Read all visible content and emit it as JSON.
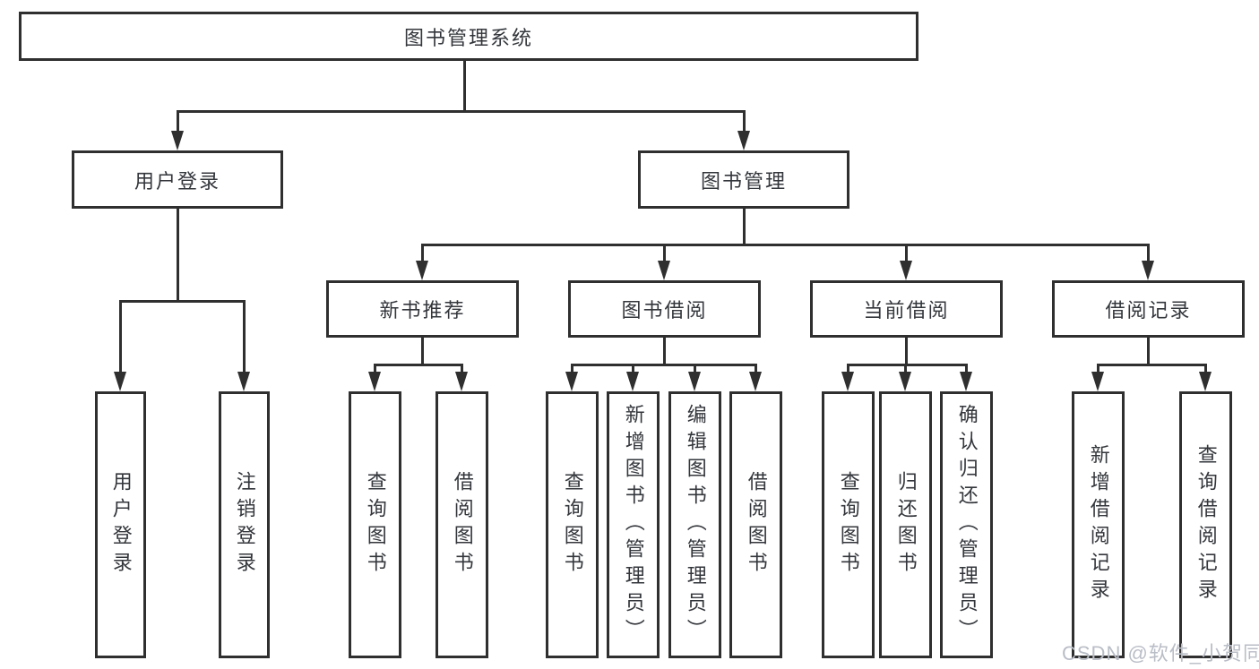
{
  "diagram": {
    "root": {
      "label": "图书管理系统",
      "children": [
        {
          "label": "用户登录",
          "children": [
            {
              "label": "用户登录"
            },
            {
              "label": "注销登录"
            }
          ]
        },
        {
          "label": "图书管理",
          "children": [
            {
              "label": "新书推荐",
              "children": [
                {
                  "label": "查询图书"
                },
                {
                  "label": "借阅图书"
                }
              ]
            },
            {
              "label": "图书借阅",
              "children": [
                {
                  "label": "查询图书"
                },
                {
                  "label": "新增图书（管理员）"
                },
                {
                  "label": "编辑图书（管理员）"
                },
                {
                  "label": "借阅图书"
                }
              ]
            },
            {
              "label": "当前借阅",
              "children": [
                {
                  "label": "查询图书"
                },
                {
                  "label": "归还图书"
                },
                {
                  "label": "确认归还（管理员）"
                }
              ]
            },
            {
              "label": "借阅记录",
              "children": [
                {
                  "label": "新增借阅记录"
                },
                {
                  "label": "查询借阅记录"
                }
              ]
            }
          ]
        }
      ]
    }
  },
  "watermark": {
    "text": "CSDN @软件_小贺同学"
  },
  "colors": {
    "line": "#2f2f2f",
    "text": "#33363b",
    "box_background": "#ffffff",
    "watermark_text": "#b9bdc6"
  }
}
